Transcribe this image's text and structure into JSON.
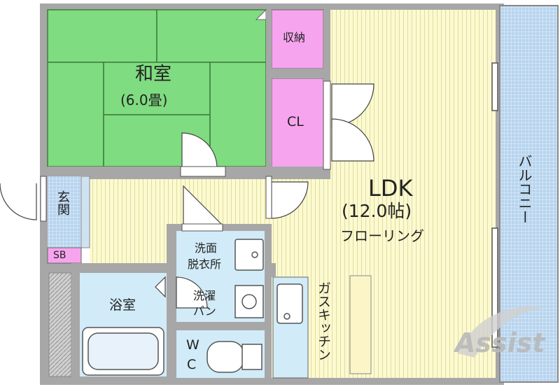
{
  "rooms": {
    "washitsu": {
      "name": "和室",
      "size": "(6.0畳)"
    },
    "shuno": {
      "name": "収納"
    },
    "closet": {
      "name": "CL"
    },
    "ldk": {
      "name": "LDK",
      "size": "(12.0帖)",
      "floor": "フローリング"
    },
    "balcony": {
      "name": "バルコニー"
    },
    "genkan": {
      "name": "玄関"
    },
    "shoebox": {
      "name": "SB"
    },
    "senmen": {
      "line1": "洗面",
      "line2": "脱衣所"
    },
    "sentaku": {
      "line1": "洗濯",
      "line2": "パン"
    },
    "bath": {
      "name": "浴室"
    },
    "wc": {
      "line1": "W",
      "line2": "C"
    },
    "kitchen": {
      "name": "ガスキッチン"
    }
  },
  "watermark": {
    "text": "Assist"
  },
  "colors": {
    "wall": "#aaaaaa",
    "tatami": "#7fdc80",
    "storage": "#f7a4ee",
    "flooring": "#fcfad0",
    "wet_area": "#d2ebf8",
    "balcony": "#b4d2ee"
  }
}
